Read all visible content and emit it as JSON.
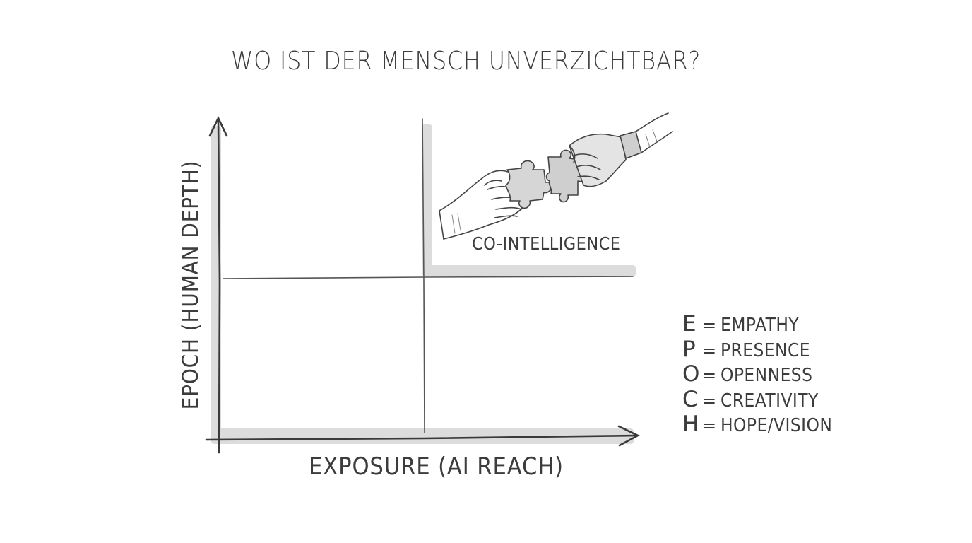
{
  "title": "WO IST DER MENSCH UNVERZICHTBAR?",
  "axes": {
    "y_label": "EPOCH (HUMAN DEPTH)",
    "x_label": "EXPOSURE (AI REACH)"
  },
  "quadrant_top_right": {
    "label": "CO-INTELLIGENCE",
    "illustration": "human-hand-and-robot-hand-joining-puzzle-pieces"
  },
  "legend": [
    {
      "letter": "E",
      "equals": "=",
      "word": "EMPATHY"
    },
    {
      "letter": "P",
      "equals": "=",
      "word": "PRESENCE"
    },
    {
      "letter": "O",
      "equals": "=",
      "word": "OPENNESS"
    },
    {
      "letter": "C",
      "equals": "=",
      "word": "CREATIVITY"
    },
    {
      "letter": "H",
      "equals": "=",
      "word": "HOPE/VISION"
    }
  ],
  "colors": {
    "ink": "#3c3c3c",
    "shade": "#d9d9d9",
    "background": "#ffffff"
  }
}
